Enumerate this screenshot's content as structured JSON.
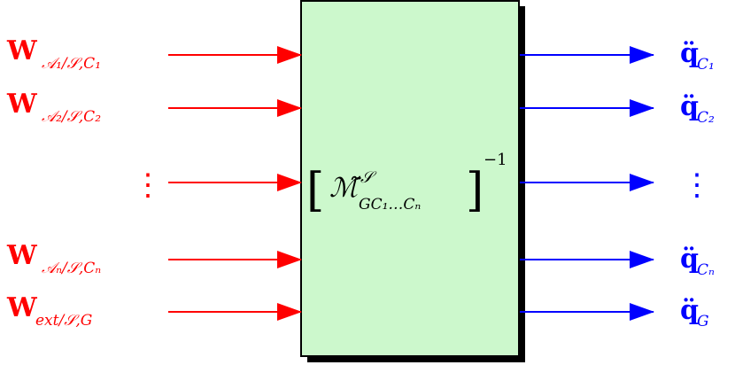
{
  "colors": {
    "input": "#ff0000",
    "output": "#0000ff",
    "box_fill": "#ccf8cc",
    "box_border": "#000000",
    "shadow": "#000000"
  },
  "inputs": [
    {
      "base": "W",
      "sub": "𝒜₁/𝒮,C₁"
    },
    {
      "base": "W",
      "sub": "𝒜₂/𝒮,C₂"
    },
    {
      "base": "⋮",
      "sub": ""
    },
    {
      "base": "W",
      "sub": "𝒜ₙ/𝒮,Cₙ"
    },
    {
      "base": "W",
      "sub": "ext/𝒮,G"
    }
  ],
  "outputs": [
    {
      "base": "q̈",
      "sub": "C₁"
    },
    {
      "base": "q̈",
      "sub": "C₂"
    },
    {
      "base": "⋮",
      "sub": ""
    },
    {
      "base": "q̈",
      "sub": "Cₙ"
    },
    {
      "base": "q̈",
      "sub": "G"
    }
  ],
  "block": {
    "symbol": "ℳ̃",
    "superscript": "𝒮",
    "subscript": "GC₁…Cₙ",
    "exponent": "−1",
    "left_bracket": "[",
    "right_bracket": "]"
  }
}
